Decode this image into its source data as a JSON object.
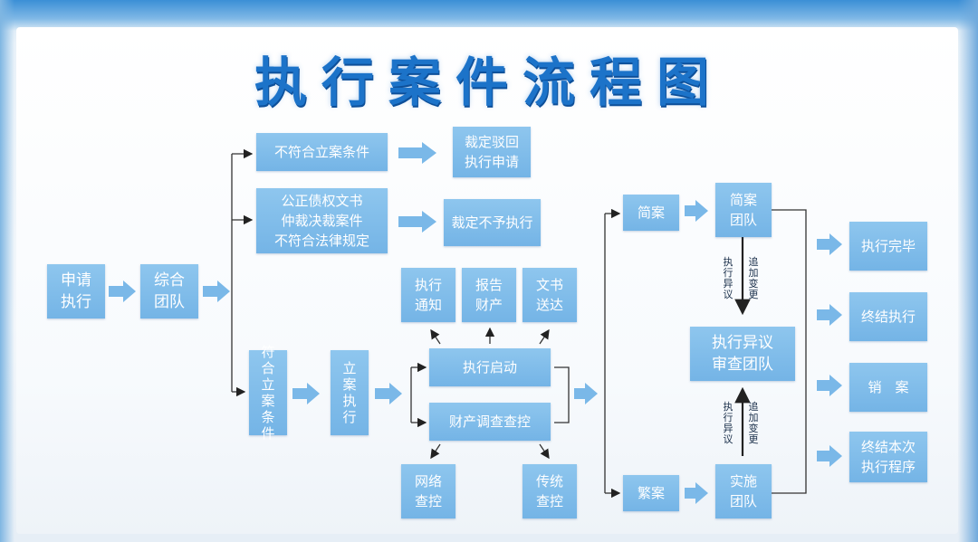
{
  "title": "执行案件流程图",
  "nodes": {
    "apply": "申请\n执行",
    "team": "综合\n团队",
    "reject_condition": "不符合立案条件",
    "reject_ruling": "裁定驳回\n执行申请",
    "notarized": "公正债权文书\n仲裁决裁案件\n不符合法律规定",
    "no_enforce": "裁定不予执行",
    "meets": "符\n合\n立\n案\n条\n件",
    "filing": "立\n案\n执\n行",
    "notice": "执行\n通知",
    "report": "报告\n财产",
    "doc": "文书\n送达",
    "start": "执行启动",
    "investigation": "财产调查查控",
    "network": "网络\n查控",
    "traditional": "传统\n查控",
    "simple": "简案",
    "simple_team": "简案\n团队",
    "objection_team": "执行异议\n审查团队",
    "complex": "繁案",
    "impl_team": "实施\n团队",
    "done": "执行完毕",
    "terminate": "终结执行",
    "close": "销　案",
    "terminate_proc": "终结本次\n执行程序"
  },
  "labels": {
    "objection": "执\n行\n异\n议",
    "add_change": "追\n加\n变\n更"
  }
}
